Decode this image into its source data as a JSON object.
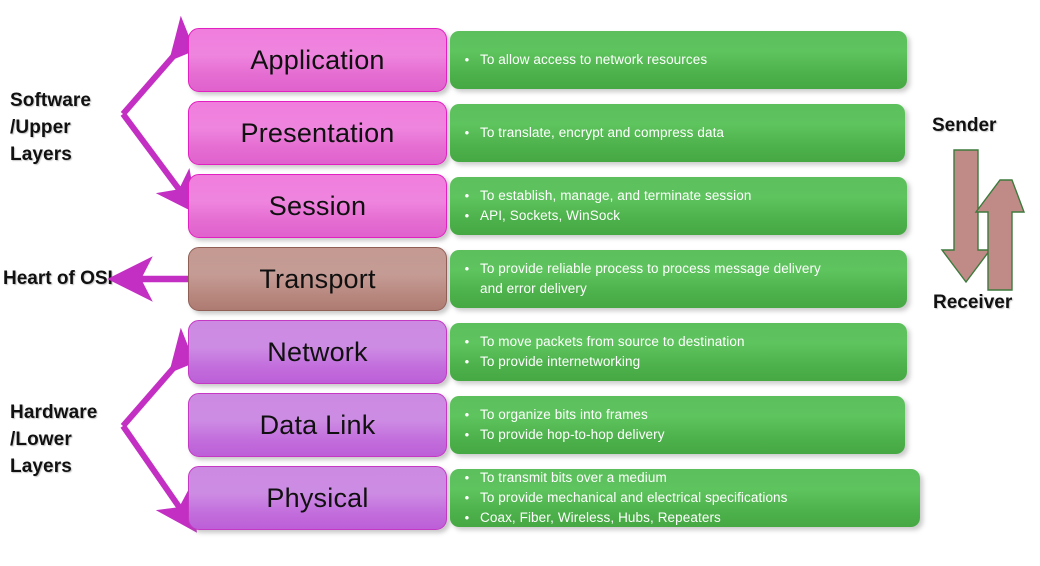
{
  "diagram": {
    "title": "OSI Model Seven Layers",
    "colors": {
      "upper_layer_fill": "#ef85df",
      "transport_fill": "#c59c95",
      "lower_layer_fill": "#cd8ce4",
      "description_fill": "#5ec45e",
      "brace_arrow": "#c32fc3",
      "flow_arrow_fill": "#c08b87",
      "flow_arrow_stroke": "#3d7a3d"
    }
  },
  "groups": {
    "upper": {
      "label": "Software\n/Upper\nLayers",
      "arrow_icon": "double-headed-brace-arrow"
    },
    "heart": {
      "label": "Heart of OSI",
      "arrow_icon": "left-arrow"
    },
    "lower": {
      "label": "Hardware\n/Lower\nLayers",
      "arrow_icon": "double-headed-brace-arrow"
    }
  },
  "flow": {
    "sender_label": "Sender",
    "receiver_label": "Receiver",
    "down_arrow_icon": "down-arrow",
    "up_arrow_icon": "up-arrow"
  },
  "layers": [
    {
      "name": "Application",
      "tone": "pink",
      "desc_width": 457,
      "descriptions": [
        {
          "bullet": true,
          "text": "To allow access to network resources"
        }
      ]
    },
    {
      "name": "Presentation",
      "tone": "pink",
      "desc_width": 455,
      "descriptions": [
        {
          "bullet": true,
          "text": "To translate, encrypt and compress data"
        }
      ]
    },
    {
      "name": "Session",
      "tone": "pink",
      "desc_width": 457,
      "descriptions": [
        {
          "bullet": true,
          "text": "To establish, manage, and terminate session"
        },
        {
          "bullet": true,
          "text": "API, Sockets, WinSock"
        }
      ]
    },
    {
      "name": "Transport",
      "tone": "brown",
      "desc_width": 457,
      "descriptions": [
        {
          "bullet": true,
          "text": "To provide reliable process to process message delivery"
        },
        {
          "bullet": false,
          "text": "and error delivery"
        }
      ]
    },
    {
      "name": "Network",
      "tone": "purple",
      "desc_width": 457,
      "descriptions": [
        {
          "bullet": true,
          "text": "To move packets from source to destination"
        },
        {
          "bullet": true,
          "text": "To provide internetworking"
        }
      ]
    },
    {
      "name": "Data Link",
      "tone": "purple",
      "desc_width": 455,
      "descriptions": [
        {
          "bullet": true,
          "text": "To organize bits into frames"
        },
        {
          "bullet": true,
          "text": "To provide hop-to-hop delivery"
        }
      ]
    },
    {
      "name": "Physical",
      "tone": "purple",
      "desc_width": 470,
      "descriptions": [
        {
          "bullet": true,
          "text": "To transmit bits over a medium"
        },
        {
          "bullet": true,
          "text": "To provide mechanical and electrical specifications"
        },
        {
          "bullet": true,
          "text": "Coax, Fiber, Wireless, Hubs, Repeaters"
        }
      ]
    }
  ]
}
